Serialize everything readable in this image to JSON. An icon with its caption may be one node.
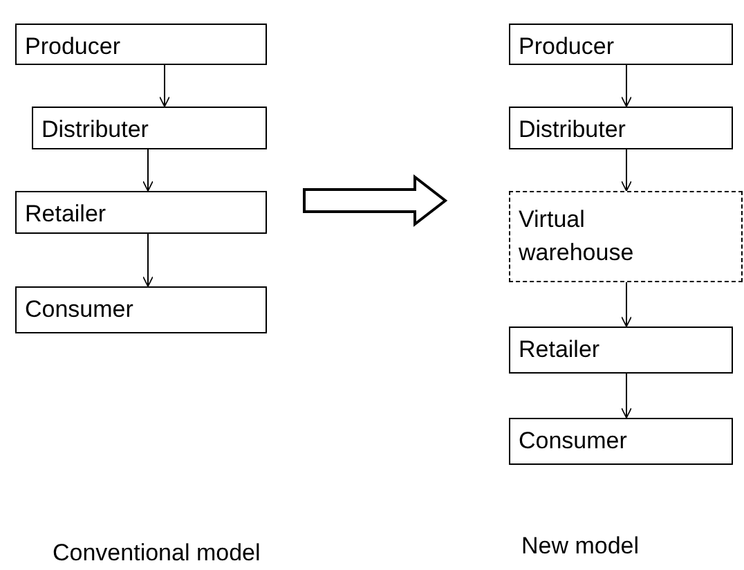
{
  "diagram": {
    "nodes": [
      {
        "text": [
          "Producer"
        ]
      },
      {
        "text": [
          "Distributer"
        ]
      },
      {
        "text": [
          "Retailer"
        ]
      },
      {
        "text": [
          "Consumer"
        ]
      },
      {
        "text": [
          "Producer"
        ]
      },
      {
        "text": [
          "Distributer"
        ]
      },
      {
        "text": [
          "Virtual warehouse"
        ]
      },
      {
        "text": [
          "Retailer"
        ]
      },
      {
        "text": [
          "Consumer"
        ]
      }
    ],
    "edges": [
      {
        "from": 0,
        "to": 1,
        "arrow": "to"
      },
      {
        "from": 1,
        "to": 2,
        "arrow": "to"
      },
      {
        "from": 2,
        "to": 3,
        "arrow": "to"
      },
      {
        "from": 4,
        "to": 5,
        "arrow": "to"
      },
      {
        "from": 5,
        "to": 6,
        "arrow": "to"
      },
      {
        "from": 6,
        "to": 7,
        "arrow": "to"
      },
      {
        "from": 7,
        "to": 8,
        "arrow": "to"
      }
    ],
    "labels": [
      "Conventional model",
      "New model"
    ]
  }
}
